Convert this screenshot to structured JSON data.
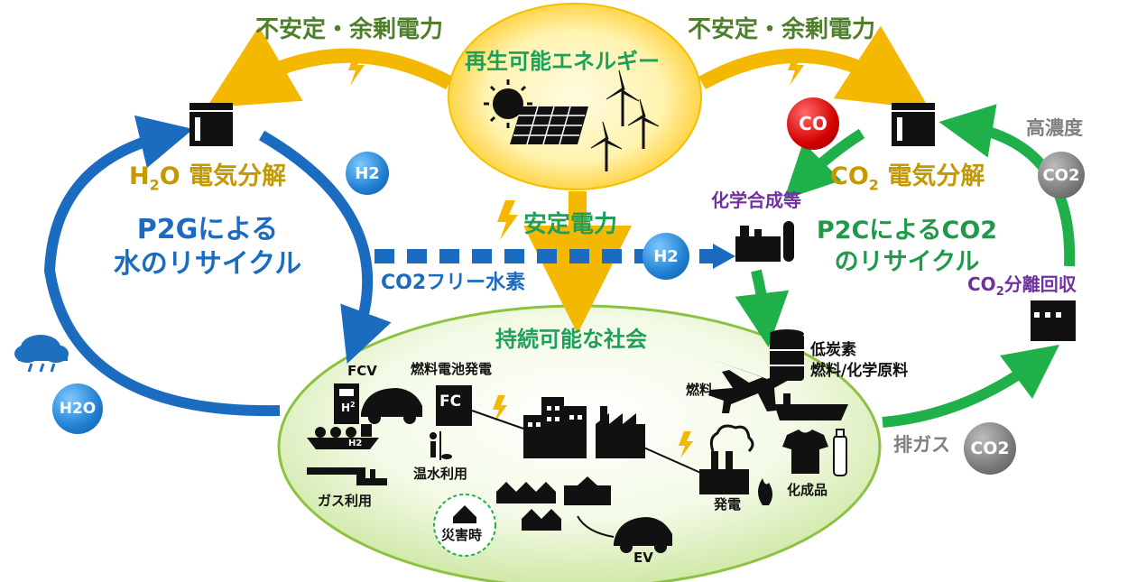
{
  "labels": {
    "renewable": "再生可能エネルギー",
    "unstable_left": "不安定・余剰電力",
    "unstable_right": "不安定・余剰電力",
    "stable_power": "安定電力",
    "h2o_elec_main": "H",
    "h2o_elec_sub": "2",
    "h2o_elec_rest": "O 電気分解",
    "co2_elec_main": "CO",
    "co2_elec_sub": "2",
    "co2_elec_rest": " 電気分解",
    "p2g_line1": "P2Gによる",
    "p2g_line2": "水のリサイクル",
    "p2c_line1": "P2CによるCO2",
    "p2c_line2": "のリサイクル",
    "co2_free_h2": "CO2フリー水素",
    "chem_synth": "化学合成等",
    "high_conc": "高濃度",
    "co2_sep_main": "CO",
    "co2_sep_sub": "2",
    "co2_sep_rest": "分離回収",
    "sustainable": "持続可能な社会",
    "low_carbon_line1": "低炭素",
    "low_carbon_line2": "燃料/化学原料",
    "fuel": "燃料",
    "exhaust": "排ガス",
    "fcv": "FCV",
    "fuel_cell_power": "燃料電池発電",
    "fc": "FC",
    "hot_water": "温水利用",
    "gas_use": "ガス利用",
    "disaster": "災害時",
    "power_gen": "発電",
    "chemicals": "化成品",
    "ev": "EV",
    "h2_ship": "H2"
  },
  "bubbles": {
    "h2_top": "H2",
    "h2_mid": "H2",
    "h2o": "H2O",
    "co": "CO",
    "co2_top": "CO2",
    "co2_bottom": "CO2"
  },
  "colors": {
    "blue_cycle": "#1b6cc0",
    "green_cycle": "#1fb04a",
    "gold_arrow": "#f5b800",
    "sun_glow": "#ffe070",
    "society_fill": "#e4f2c8",
    "society_stroke": "#8cc23f"
  }
}
